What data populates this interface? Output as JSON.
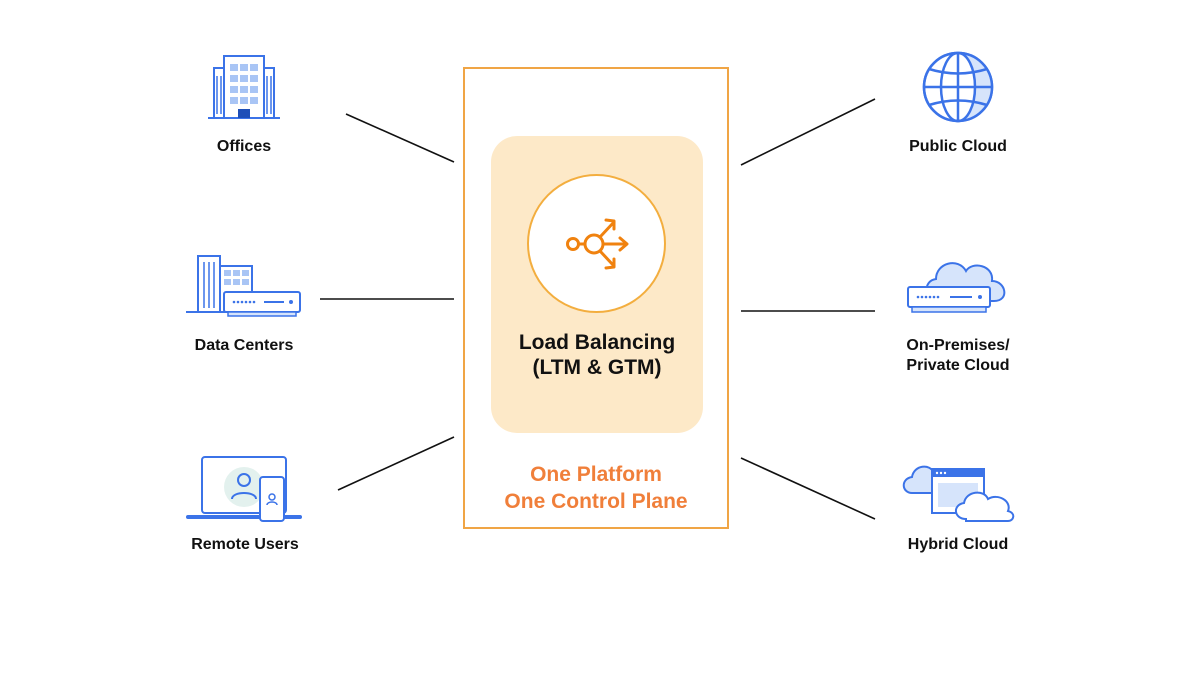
{
  "center": {
    "title_line1": "Load Balancing",
    "title_line2": "(LTM & GTM)",
    "caption_line1": "One Platform",
    "caption_line2": "One Control Plane"
  },
  "nodes": {
    "offices": {
      "label": "Offices",
      "icon": "office-building-icon"
    },
    "data_centers": {
      "label": "Data Centers",
      "icon": "data-center-icon"
    },
    "remote_users": {
      "label": "Remote Users",
      "icon": "remote-users-icon"
    },
    "public_cloud": {
      "label": "Public Cloud",
      "icon": "globe-icon"
    },
    "private_cloud": {
      "label_line1": "On-Premises/",
      "label_line2": "Private Cloud",
      "icon": "cloud-server-icon"
    },
    "hybrid_cloud": {
      "label": "Hybrid Cloud",
      "icon": "hybrid-cloud-icon"
    }
  },
  "colors": {
    "icon_blue": "#3b73e8",
    "icon_light_blue": "#d6e4fb",
    "platform_border": "#f0a545",
    "card_fill": "#fde9c8",
    "accent_orange": "#f07f3a",
    "lb_icon_orange": "#f0820f"
  }
}
